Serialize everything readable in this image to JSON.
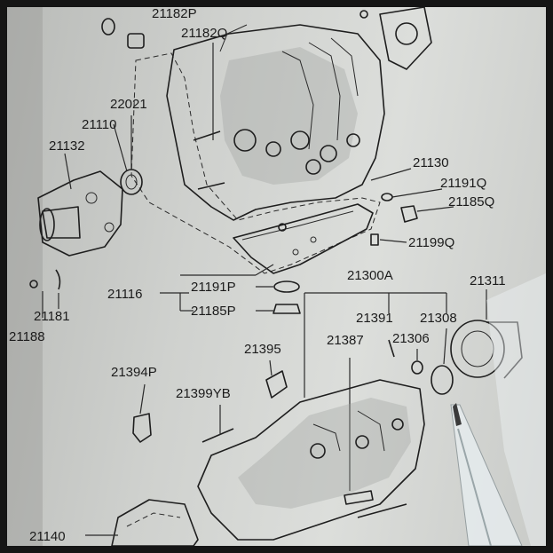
{
  "diagram": {
    "labels": [
      {
        "id": "21182P",
        "text": "21182P"
      },
      {
        "id": "21182Q",
        "text": "21182Q"
      },
      {
        "id": "22021",
        "text": "22021"
      },
      {
        "id": "21110",
        "text": "21110"
      },
      {
        "id": "21132",
        "text": "21132"
      },
      {
        "id": "21130",
        "text": "21130"
      },
      {
        "id": "21191Q",
        "text": "21191Q"
      },
      {
        "id": "21185Q",
        "text": "21185Q"
      },
      {
        "id": "21199Q",
        "text": "21199Q"
      },
      {
        "id": "21116",
        "text": "21116"
      },
      {
        "id": "21191P",
        "text": "21191P"
      },
      {
        "id": "21185P",
        "text": "21185P"
      },
      {
        "id": "21181",
        "text": "21181"
      },
      {
        "id": "21188",
        "text": "21188"
      },
      {
        "id": "21300A",
        "text": "21300A"
      },
      {
        "id": "21311",
        "text": "21311"
      },
      {
        "id": "21391",
        "text": "21391"
      },
      {
        "id": "21308",
        "text": "21308"
      },
      {
        "id": "21387",
        "text": "21387"
      },
      {
        "id": "21306",
        "text": "21306"
      },
      {
        "id": "21395",
        "text": "21395"
      },
      {
        "id": "21394P",
        "text": "21394P"
      },
      {
        "id": "21399YB",
        "text": "21399YB"
      },
      {
        "id": "21140",
        "text": "21140"
      }
    ]
  }
}
